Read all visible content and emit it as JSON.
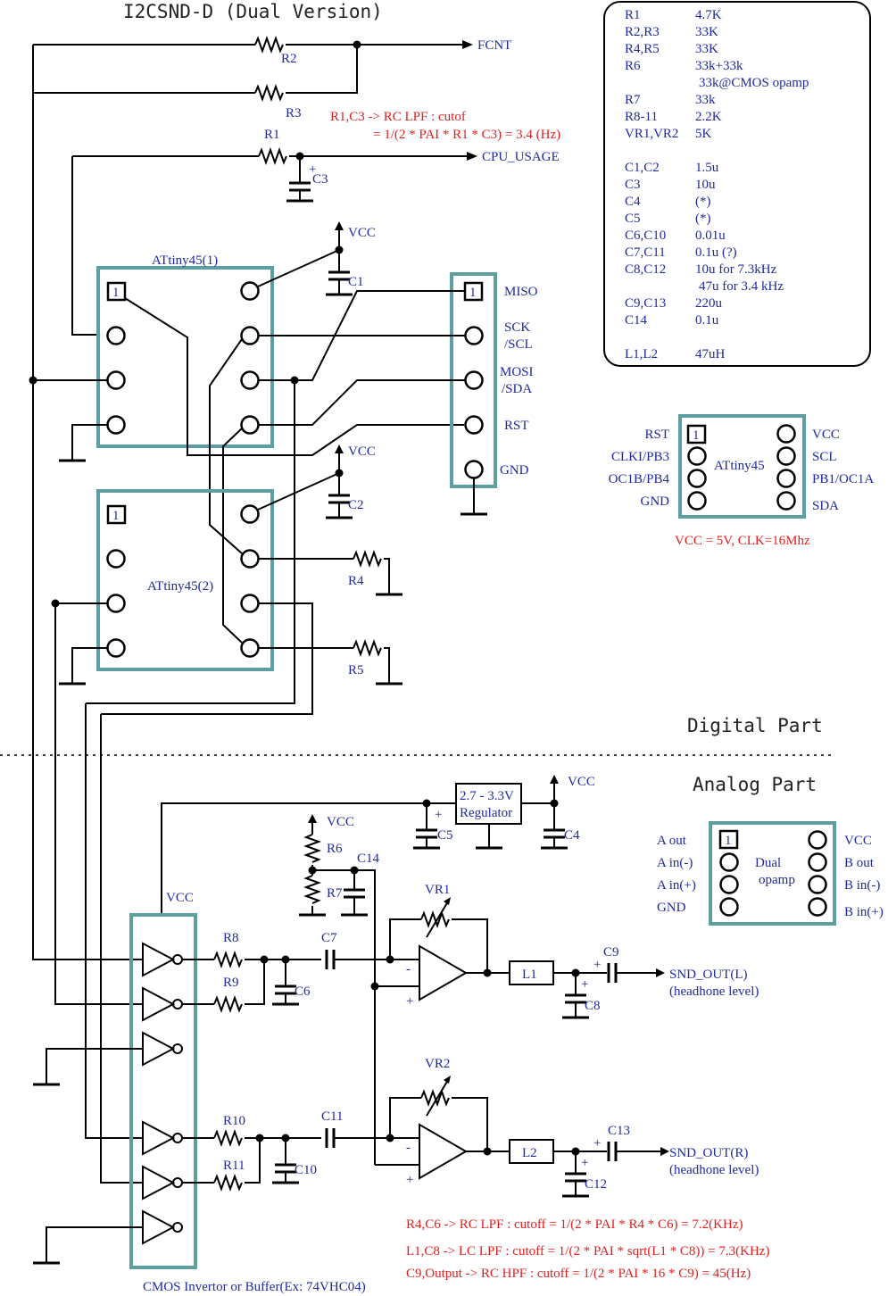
{
  "title": "I2CSND-D (Dual Version)",
  "sections": {
    "digital": "Digital Part",
    "analog": "Analog Part"
  },
  "parts_list": [
    [
      "R1",
      "4.7K"
    ],
    [
      "R2,R3",
      "33K"
    ],
    [
      "R4,R5",
      "33K"
    ],
    [
      "R6",
      "33k+33k"
    ],
    [
      "",
      "33k@CMOS opamp"
    ],
    [
      "R7",
      "33k"
    ],
    [
      "R8-11",
      "2.2K"
    ],
    [
      "VR1,VR2",
      "5K"
    ],
    [
      "",
      ""
    ],
    [
      "C1,C2",
      "1.5u"
    ],
    [
      "C3",
      "10u"
    ],
    [
      "C4",
      "(*)"
    ],
    [
      "C5",
      "(*)"
    ],
    [
      "C6,C10",
      "0.01u"
    ],
    [
      "C7,C11",
      "0.1u (?)"
    ],
    [
      "C8,C12",
      "10u for 7.3kHz"
    ],
    [
      "",
      "47u for 3.4 kHz"
    ],
    [
      "C9,C13",
      "220u"
    ],
    [
      "C14",
      "0.1u"
    ],
    [
      "",
      ""
    ],
    [
      "L1,L2",
      "47uH"
    ]
  ],
  "attiny_pinout": {
    "chip": "ATtiny45",
    "left": [
      "RST",
      "CLKI/PB3",
      "OC1B/PB4",
      "GND"
    ],
    "right": [
      "VCC",
      "SCL",
      "PB1/OC1A",
      "SDA"
    ],
    "pin1": "1",
    "note": "VCC = 5V, CLK=16Mhz"
  },
  "opamp_pinout": {
    "chip": "Dual\nopamp",
    "chip_line1": "Dual",
    "chip_line2": "opamp",
    "left": [
      "A out",
      "A in(-)",
      "A in(+)",
      "GND"
    ],
    "right": [
      "VCC",
      "B out",
      "B in(-)",
      "B in(+)"
    ],
    "pin1": "1"
  },
  "labels": {
    "fcnt": "FCNT",
    "cpu_usage": "CPU_USAGE",
    "vcc": "VCC",
    "r1": "R1",
    "r2": "R2",
    "r3": "R3",
    "r4": "R4",
    "r5": "R5",
    "r6": "R6",
    "r7": "R7",
    "r8": "R8",
    "r9": "R9",
    "r10": "R10",
    "r11": "R11",
    "c1": "C1",
    "c2": "C2",
    "c3": "C3",
    "c4": "C4",
    "c5": "C5",
    "c6": "C6",
    "c7": "C7",
    "c8": "C8",
    "c9": "C9",
    "c10": "C10",
    "c11": "C11",
    "c12": "C12",
    "c13": "C13",
    "c14": "C14",
    "vr1": "VR1",
    "vr2": "VR2",
    "l1": "L1",
    "l2": "L2",
    "attiny1": "ATtiny45(1)",
    "attiny2": "ATtiny45(2)",
    "pin1": "1",
    "miso": "MISO",
    "sck": "SCK",
    "scl": "/SCL",
    "mosi": "MOSI",
    "sda": "/SDA",
    "rst": "RST",
    "gnd": "GND",
    "regulator_1": "2.7 - 3.3V",
    "regulator_2": "Regulator",
    "snd_out_l": "SND_OUT(L)",
    "snd_out_r": "SND_OUT(R)",
    "headphone": "(headhone level)",
    "buffer_caption": "CMOS Invertor or Buffer(Ex: 74VHC04)",
    "minus": "-",
    "plus": "+"
  },
  "notes": {
    "rc_lpf_1": "R1,C3 -> RC LPF : cutof",
    "rc_lpf_2": "= 1/(2 * PAI * R1 * C3) = 3.4 (Hz)",
    "n1": "R4,C6 -> RC LPF : cutoff = 1/(2 * PAI * R4 * C6) = 7.2(KHz)",
    "n2": "L1,C8 -> LC LPF : cutoff = 1/(2 * PAI * sqrt(L1 * C8)) = 7.3(KHz)",
    "n3": "C9,Output  -> RC HPF : cutoff = 1/(2 * PAI * 16 * C9) = 45(Hz)"
  }
}
